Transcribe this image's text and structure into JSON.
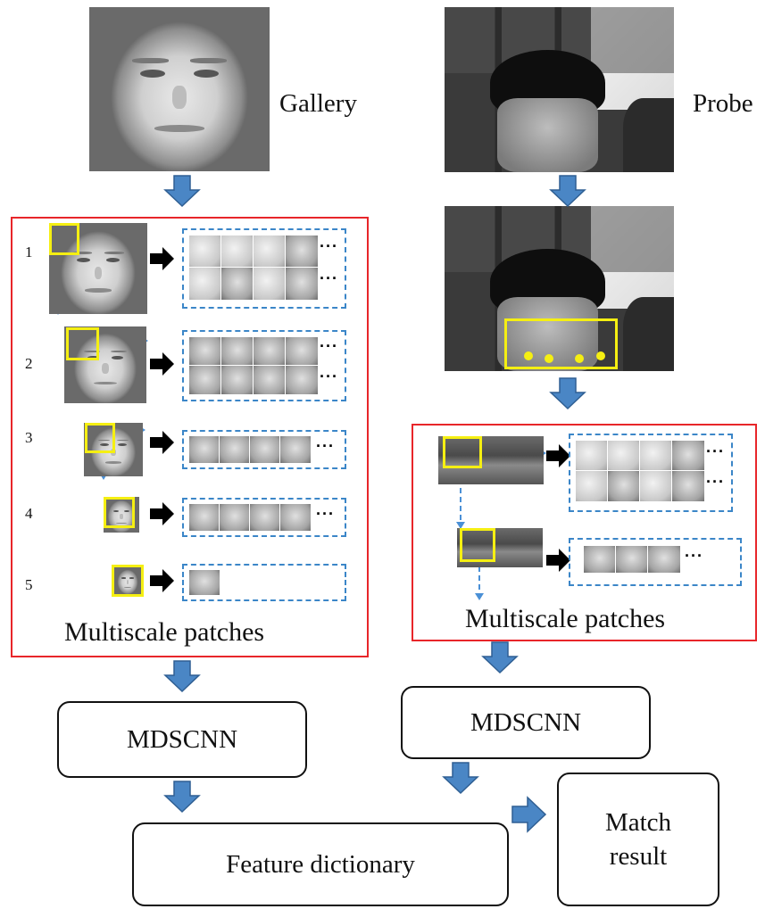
{
  "gallery_label": "Gallery",
  "probe_label": "Probe",
  "scale_numbers": [
    "1",
    "2",
    "3",
    "4",
    "5"
  ],
  "ellipsis": "···",
  "left_panel_label": "Multiscale patches",
  "right_panel_label": "Multiscale patches",
  "left_network": "MDSCNN",
  "right_network": "MDSCNN",
  "feature_dictionary": "Feature dictionary",
  "match_result_line1": "Match",
  "match_result_line2": "result",
  "colors": {
    "panel_border": "#e8262a",
    "patch_border": "#3b86c8",
    "block_arrow": "#4a86c5",
    "selection_box": "#f5ef12"
  }
}
